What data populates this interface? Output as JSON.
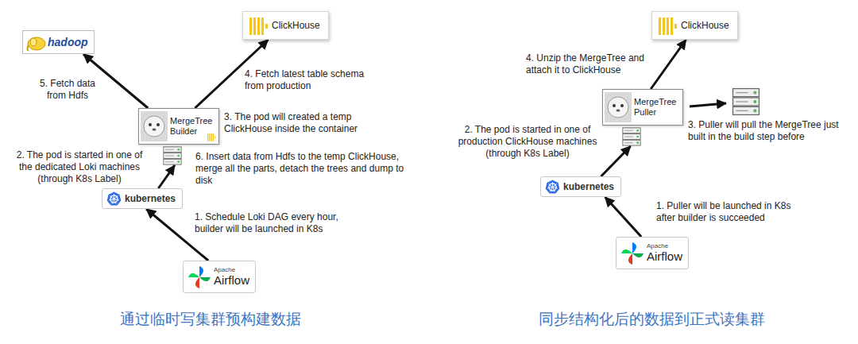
{
  "diagram": {
    "nodes": [
      {
        "text": [
          "hadoop"
        ]
      },
      {
        "text": [
          "ClickHouse"
        ]
      },
      {
        "text": [
          "MergeTree Builder"
        ]
      },
      {
        "text": [
          "kubernetes"
        ]
      },
      {
        "text": [
          "Apache",
          "Airflow"
        ]
      },
      {
        "text": [
          "ClickHouse"
        ]
      },
      {
        "text": [
          "MergeTree Puller"
        ]
      },
      {
        "text": [
          "kubernetes"
        ]
      },
      {
        "text": [
          "Apache",
          "Airflow"
        ]
      }
    ],
    "edges": [
      {
        "from": 4,
        "to": 3,
        "arrow": "to"
      },
      {
        "from": 3,
        "to": 2,
        "arrow": "to"
      },
      {
        "from": 2,
        "to": 1,
        "arrow": "to"
      },
      {
        "from": 2,
        "to": 0,
        "arrow": "to"
      },
      {
        "from": 8,
        "to": 7,
        "arrow": "to"
      },
      {
        "from": 7,
        "to": 6,
        "arrow": "to"
      },
      {
        "from": 6,
        "to": 5,
        "arrow": "to"
      }
    ],
    "labels": [
      "1. Schedule Loki DAG every hour, builder will be launched in K8s",
      "2. The pod is started in one of the dedicated Loki machines (through K8s Label)",
      "3. The pod will created a temp ClickHouse inside the container",
      "4. Fetch latest table schema from production",
      "5. Fetch data from Hdfs",
      "6. Insert data from Hdfs to the temp ClickHouse, merge all the parts, detach the trees and dump to disk",
      "1. Puller will be launched in K8s after builder is succeeded",
      "2. The pod is started in one of production ClickHouse machines (through K8s Label)",
      "3. Puller will pull the MergeTree just built in the build step before",
      "4. Unzip the MergeTree and attach it to ClickHouse",
      "通过临时写集群预构建数据",
      "同步结构化后的数据到正式读集群"
    ]
  }
}
